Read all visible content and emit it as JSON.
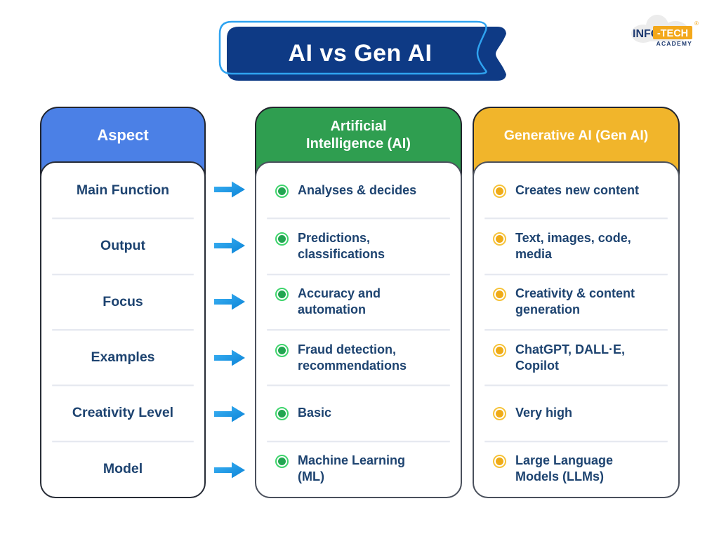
{
  "title": "AI vs Gen AI",
  "logo": {
    "info": "INFO",
    "tech": "-TECH",
    "academy": "ACADEMY",
    "registered": "®"
  },
  "columns": {
    "aspect": {
      "header": "Aspect"
    },
    "ai": {
      "header": "Artificial\nIntelligence (AI)"
    },
    "gen": {
      "header": "Generative AI (Gen AI)"
    }
  },
  "rows": [
    {
      "aspect": "Main Function",
      "ai": "Analyses & decides",
      "gen": "Creates new content"
    },
    {
      "aspect": "Output",
      "ai": "Predictions, classifications",
      "gen": "Text, images, code, media"
    },
    {
      "aspect": "Focus",
      "ai": "Accuracy and automation",
      "gen": "Creativity & content generation"
    },
    {
      "aspect": "Examples",
      "ai": "Fraud detection, recommendations",
      "gen": "ChatGPT, DALL·E, Copilot"
    },
    {
      "aspect": "Creativity Level",
      "ai": "Basic",
      "gen": "Very high"
    },
    {
      "aspect": "Model",
      "ai": "Machine Learning (ML)",
      "gen": "Large Language Models (LLMs)"
    }
  ],
  "colors": {
    "navy_text": "#1d4370",
    "banner_navy": "#0e3a85",
    "outline_blue": "#2fa3f0",
    "aspect_blue": "#4b80e6",
    "ai_green": "#2f9e50",
    "gen_gold": "#f1b52b",
    "card_border": "#22252d",
    "divider": "#e6e9f0",
    "green_ring": "#3ed46c",
    "green_fill": "#22a551",
    "gold_ring": "#f6c33a",
    "gold_fill": "#efab17",
    "arrow_light": "#3cb2f4",
    "arrow_dark": "#0a82d6",
    "logo_orange": "#f3a81b",
    "logo_navy": "#1e3a70",
    "cloud_gray": "#ececec"
  }
}
